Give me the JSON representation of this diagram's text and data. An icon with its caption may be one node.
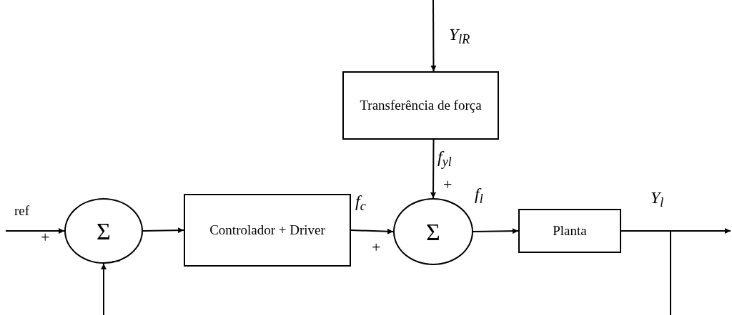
{
  "diagram": {
    "nodes": [
      {
        "text": [
          "Σ"
        ]
      },
      {
        "text": [
          "Controlador + Driver"
        ]
      },
      {
        "text": [
          "Transferência de força"
        ]
      },
      {
        "text": [
          "Σ"
        ]
      },
      {
        "text": [
          "Planta"
        ]
      }
    ],
    "edges": [
      {
        "from": null,
        "to": 0,
        "arrow": "to",
        "label": "ref"
      },
      {
        "from": 0,
        "to": 1,
        "arrow": "to"
      },
      {
        "from": 1,
        "to": 3,
        "arrow": "to",
        "label": "f$_{c}$"
      },
      {
        "from": null,
        "to": 2,
        "arrow": "to",
        "label": "Y$_{lR}$"
      },
      {
        "from": 2,
        "to": 3,
        "arrow": "to",
        "label": "f$_{yl}$"
      },
      {
        "from": 3,
        "to": 4,
        "arrow": "to",
        "label": "f$_{l}$"
      },
      {
        "from": 4,
        "to": null,
        "arrow": "to",
        "label": "Y$_{l}$"
      },
      {
        "from": 4,
        "to": null,
        "arrow": "none"
      },
      {
        "from": null,
        "to": 0,
        "arrow": "to"
      }
    ],
    "labels": [
      "+",
      "+",
      "+",
      "−"
    ]
  }
}
